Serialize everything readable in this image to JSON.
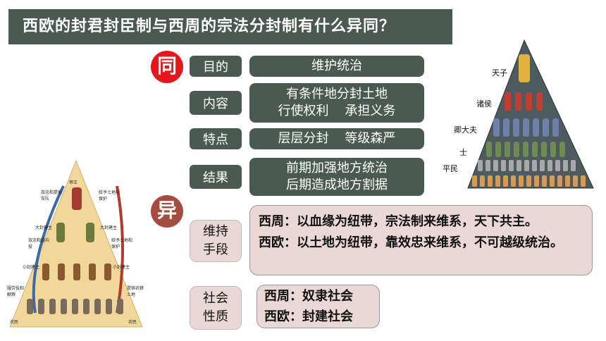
{
  "title": "西欧的封君封臣制与西周的宗法分封制有什么异同？",
  "same": {
    "marker": "同",
    "rows": [
      {
        "label": "目的",
        "lines": [
          "维护统治"
        ]
      },
      {
        "label": "内容",
        "lines": [
          "有条件地分封土地",
          "行使权利    承担义务"
        ]
      },
      {
        "label": "特点",
        "lines": [
          "层层分封    等级森严"
        ]
      },
      {
        "label": "结果",
        "lines": [
          "前期加强地方统治",
          "后期造成地方割据"
        ]
      }
    ]
  },
  "diff": {
    "marker": "异",
    "rows": [
      {
        "label": [
          "维持",
          "手段"
        ],
        "lines": [
          "西周：以血缘为纽带，宗法制来维系，天下共主。",
          "西欧：以土地为纽带，靠效忠来维系，不可越级统治。"
        ]
      },
      {
        "label": [
          "社会",
          "性质"
        ],
        "lines": [
          "西周：奴隶社会",
          "西欧：封建社会"
        ]
      }
    ]
  },
  "zhou_pyramid": {
    "levels": [
      "天子",
      "诸侯",
      "卿大夫",
      "士",
      "平民"
    ]
  },
  "europe_pyramid": {
    "labels": {
      "king": "帝王",
      "grant_top": "给予土地和保护",
      "loyalty_top": "效忠和提供军队",
      "big_lord_left": "大封建主",
      "big_lord_right": "大封建主",
      "grant_mid": "给予土地和保护",
      "loyalty_mid": "效忠和服兵役",
      "small_lord_left": "小封建主",
      "small_lord_right": "小封建主",
      "grant_low": "提供农耕土地",
      "loyalty_low": "服劳役和献粮",
      "peasant_left": "农民",
      "peasant_right": "农民"
    }
  },
  "colors": {
    "accent_dark": "#4b5a50",
    "same_red": "#e5161c",
    "diff_brown": "#a54b3f",
    "diff_bg": "#ead8d8"
  }
}
